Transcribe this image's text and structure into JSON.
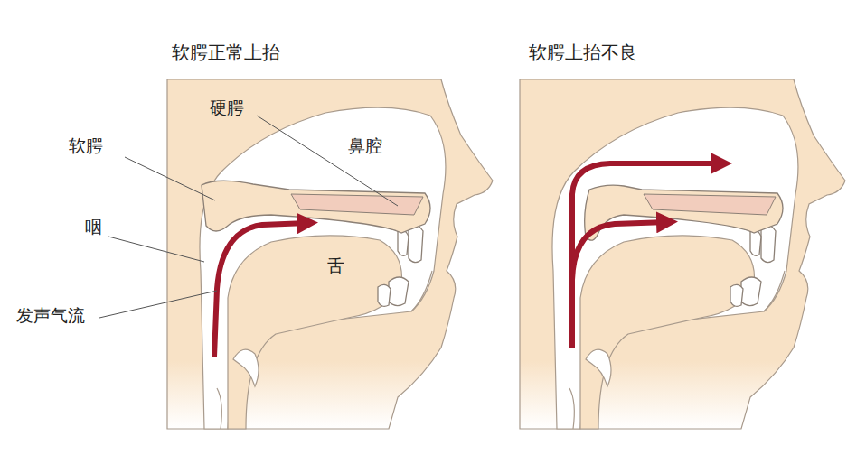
{
  "diagram": {
    "labels": [
      "软腭正常上抬",
      "软腭上抬不良",
      "硬腭",
      "鼻腔",
      "软腭",
      "咽",
      "舌",
      "发声气流"
    ]
  }
}
